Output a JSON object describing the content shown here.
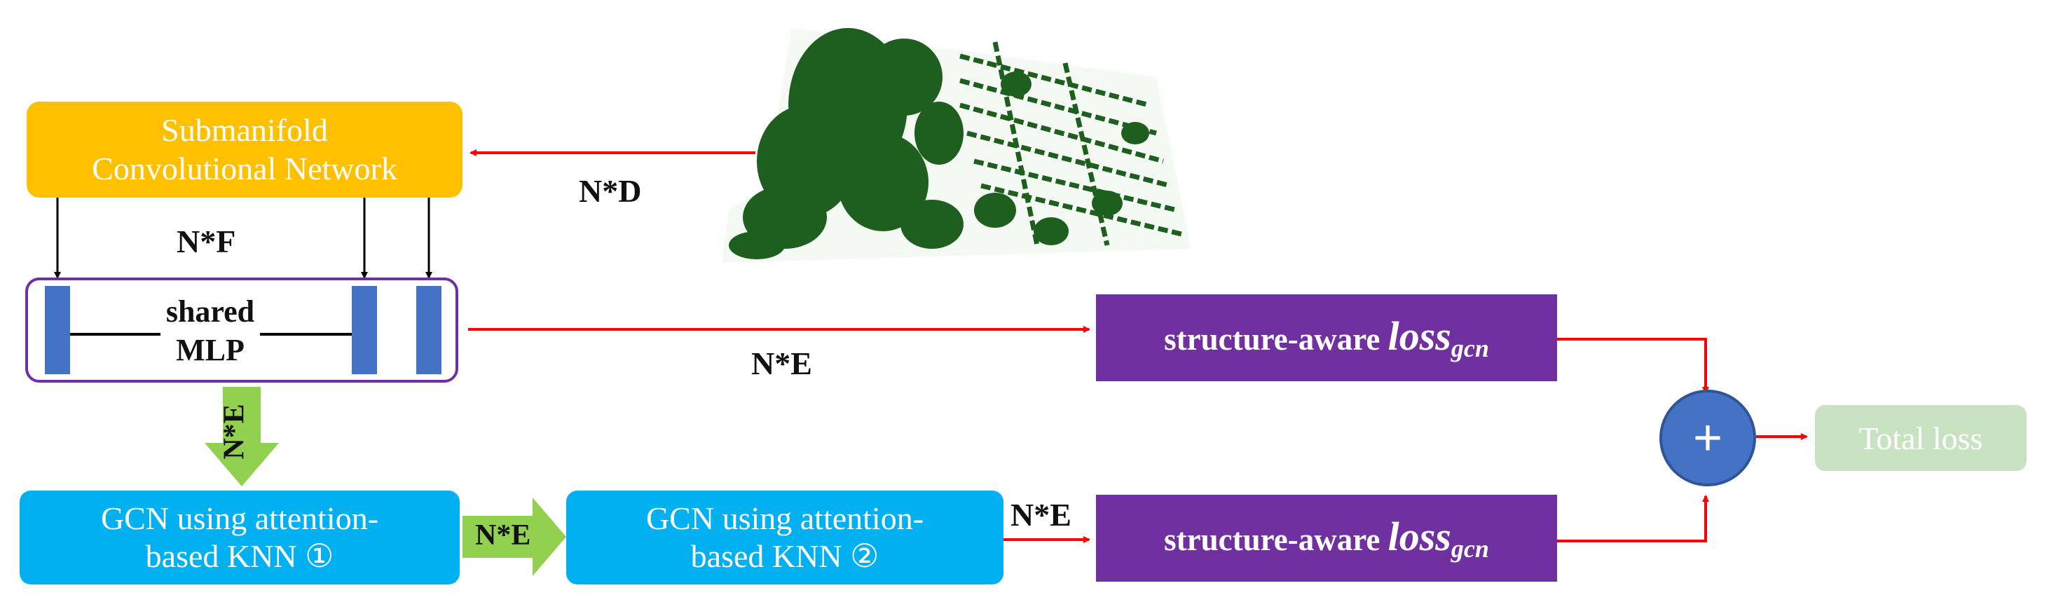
{
  "colors": {
    "orange": "#FFC000",
    "cyan": "#00B0F0",
    "purple": "#7030A0",
    "blue": "#4472C4",
    "green_arrow": "#92D050",
    "pale_green": "#C9E3C2",
    "dark_green": "#1E5E1E",
    "red": "#FF0000",
    "black": "#000000"
  },
  "nodes": {
    "scn": {
      "text": "Submanifold\nConvolutional Network"
    },
    "mlp": {
      "line1": "shared",
      "line2": "MLP"
    },
    "gcn1": {
      "text": "GCN using attention-\nbased KNN ①"
    },
    "gcn2": {
      "text": "GCN using attention-\nbased KNN ②"
    },
    "loss_top": {
      "prefix": "structure-aware",
      "loss": "loss",
      "sub": "gcn"
    },
    "loss_bottom": {
      "prefix": "structure-aware",
      "loss": "loss",
      "sub": "gcn"
    },
    "plus": {
      "symbol": "+"
    },
    "total": {
      "text": "Total loss"
    }
  },
  "labels": {
    "nd": "N*D",
    "nf": "N*F",
    "ne_mid": "N*E",
    "ne_vertical": "N*E",
    "ne_horizontal": "N*E",
    "ne_bottom": "N*E"
  },
  "icons": {
    "point_cloud": "point-cloud-image"
  }
}
